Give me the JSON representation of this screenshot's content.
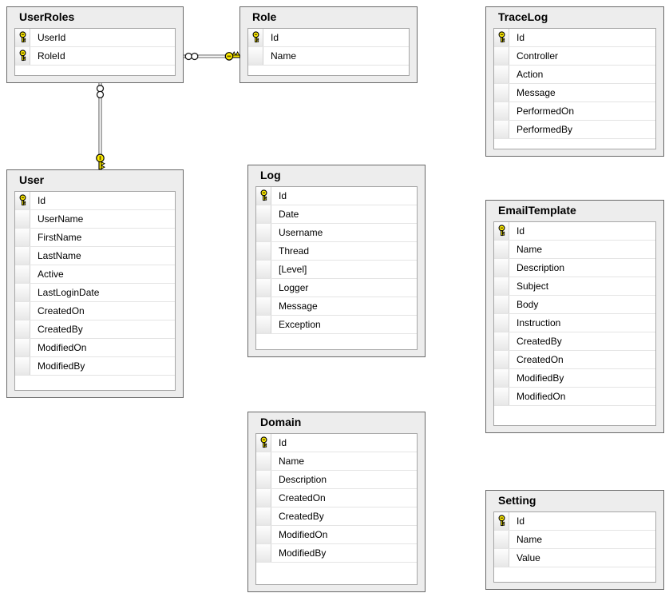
{
  "colors": {
    "canvas_bg": "#FFFFFF",
    "table_frame_bg": "#EDEDED",
    "table_frame_border": "#696969",
    "field_panel_border": "#A6A6A6",
    "row_separator": "#E4E4E4",
    "icon_cell_border": "#D2D2D2",
    "key_icon_yellow": "#FFEE00",
    "connector_gray": "#8F8F8F",
    "title_text": "#000000",
    "field_text": "#000000"
  },
  "icons": {
    "primary_key": "key-icon",
    "many_end": "infinity-icon",
    "one_end": "key-icon"
  },
  "tables": [
    {
      "name": "UserRoles",
      "columns": [
        {
          "name": "UserId",
          "primary_key": true
        },
        {
          "name": "RoleId",
          "primary_key": true
        }
      ]
    },
    {
      "name": "Role",
      "columns": [
        {
          "name": "Id",
          "primary_key": true
        },
        {
          "name": "Name",
          "primary_key": false
        }
      ]
    },
    {
      "name": "TraceLog",
      "columns": [
        {
          "name": "Id",
          "primary_key": true
        },
        {
          "name": "Controller",
          "primary_key": false
        },
        {
          "name": "Action",
          "primary_key": false
        },
        {
          "name": "Message",
          "primary_key": false
        },
        {
          "name": "PerformedOn",
          "primary_key": false
        },
        {
          "name": "PerformedBy",
          "primary_key": false
        }
      ]
    },
    {
      "name": "User",
      "columns": [
        {
          "name": "Id",
          "primary_key": true
        },
        {
          "name": "UserName",
          "primary_key": false
        },
        {
          "name": "FirstName",
          "primary_key": false
        },
        {
          "name": "LastName",
          "primary_key": false
        },
        {
          "name": "Active",
          "primary_key": false
        },
        {
          "name": "LastLoginDate",
          "primary_key": false
        },
        {
          "name": "CreatedOn",
          "primary_key": false
        },
        {
          "name": "CreatedBy",
          "primary_key": false
        },
        {
          "name": "ModifiedOn",
          "primary_key": false
        },
        {
          "name": "ModifiedBy",
          "primary_key": false
        }
      ]
    },
    {
      "name": "Log",
      "columns": [
        {
          "name": "Id",
          "primary_key": true
        },
        {
          "name": "Date",
          "primary_key": false
        },
        {
          "name": "Username",
          "primary_key": false
        },
        {
          "name": "Thread",
          "primary_key": false
        },
        {
          "name": "[Level]",
          "primary_key": false
        },
        {
          "name": "Logger",
          "primary_key": false
        },
        {
          "name": "Message",
          "primary_key": false
        },
        {
          "name": "Exception",
          "primary_key": false
        }
      ]
    },
    {
      "name": "EmailTemplate",
      "columns": [
        {
          "name": "Id",
          "primary_key": true
        },
        {
          "name": "Name",
          "primary_key": false
        },
        {
          "name": "Description",
          "primary_key": false
        },
        {
          "name": "Subject",
          "primary_key": false
        },
        {
          "name": "Body",
          "primary_key": false
        },
        {
          "name": "Instruction",
          "primary_key": false
        },
        {
          "name": "CreatedBy",
          "primary_key": false
        },
        {
          "name": "CreatedOn",
          "primary_key": false
        },
        {
          "name": "ModifiedBy",
          "primary_key": false
        },
        {
          "name": "ModifiedOn",
          "primary_key": false
        }
      ]
    },
    {
      "name": "Domain",
      "columns": [
        {
          "name": "Id",
          "primary_key": true
        },
        {
          "name": "Name",
          "primary_key": false
        },
        {
          "name": "Description",
          "primary_key": false
        },
        {
          "name": "CreatedOn",
          "primary_key": false
        },
        {
          "name": "CreatedBy",
          "primary_key": false
        },
        {
          "name": "ModifiedOn",
          "primary_key": false
        },
        {
          "name": "ModifiedBy",
          "primary_key": false
        }
      ]
    },
    {
      "name": "Setting",
      "columns": [
        {
          "name": "Id",
          "primary_key": true
        },
        {
          "name": "Name",
          "primary_key": false
        },
        {
          "name": "Value",
          "primary_key": false
        }
      ]
    }
  ],
  "relationships": [
    {
      "name": "UserRoles_Role",
      "many_side": "UserRoles",
      "one_side": "Role"
    },
    {
      "name": "UserRoles_User",
      "many_side": "UserRoles",
      "one_side": "User"
    }
  ]
}
